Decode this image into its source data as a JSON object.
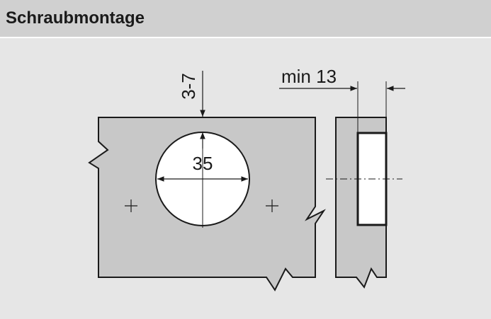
{
  "header": {
    "title": "Schraubmontage"
  },
  "diagram": {
    "dim_inset": "3-7",
    "dim_diameter": "35",
    "dim_min_depth": "min 13",
    "colors": {
      "panel_fill": "#c8c8c8",
      "outline": "#1a1a1a",
      "hole_fill": "#ffffff",
      "background": "#e6e6e6",
      "header_bg": "#d0d0d0"
    }
  }
}
